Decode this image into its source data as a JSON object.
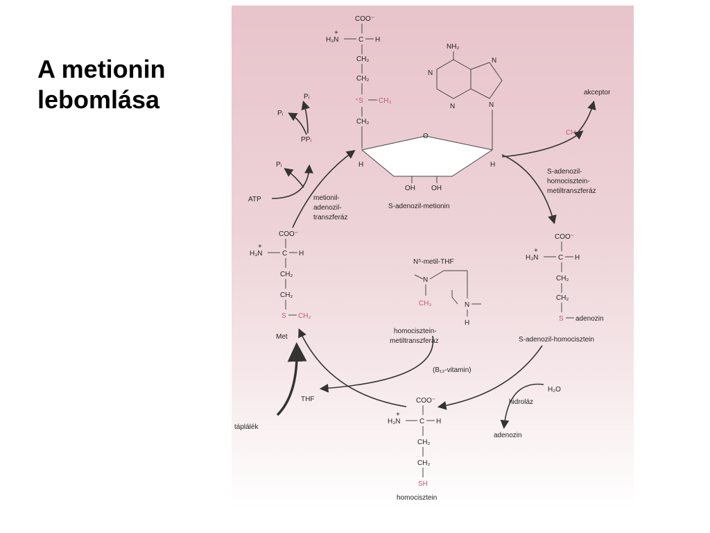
{
  "slide": {
    "title_line1": "A metionin",
    "title_line2": "lebomlása"
  },
  "diagram": {
    "nodes": {
      "sam": "S-adenozil-metionin",
      "sah": "S-adenozil-homocisztein",
      "homocysteine": "homocisztein",
      "met": "Met",
      "adenosine": "adenozin",
      "acceptor": "akceptor",
      "atp": "ATP",
      "thf": "THF",
      "water": "H₂O",
      "food": "táplálék",
      "methyl_thf": "N⁵-metil-THF",
      "ppi": "PPᵢ",
      "pi_a": "Pᵢ",
      "pi_b": "Pᵢ",
      "pi_c": "Pᵢ"
    },
    "enzymes": {
      "mat_1": "metionil-",
      "mat_2": "adenozil-",
      "mat_3": "transzferáz",
      "sahmt_1": "S-adenozil-",
      "sahmt_2": "homocisztein-",
      "sahmt_3": "metiltranszferáz",
      "hmt_1": "homocisztein-",
      "hmt_2": "metiltranszferáz",
      "cofactor": "(B₁₂-vitamin)",
      "hydrolase": "hidroláz"
    },
    "structure": {
      "coo": "COO⁻",
      "h3n": "H₃N",
      "plus": "+",
      "c": "C",
      "h": "H",
      "ch2": "CH₂",
      "ch3": "CH₃",
      "s": "S",
      "s_plus": "⁺S",
      "sh": "SH",
      "adenozin_group": "adenozin",
      "oh": "OH",
      "o": "O",
      "n": "N",
      "nh2": "NH₂"
    },
    "colors": {
      "methyl_highlight": "#c0567a",
      "background_top": "#e8c4cb"
    }
  }
}
